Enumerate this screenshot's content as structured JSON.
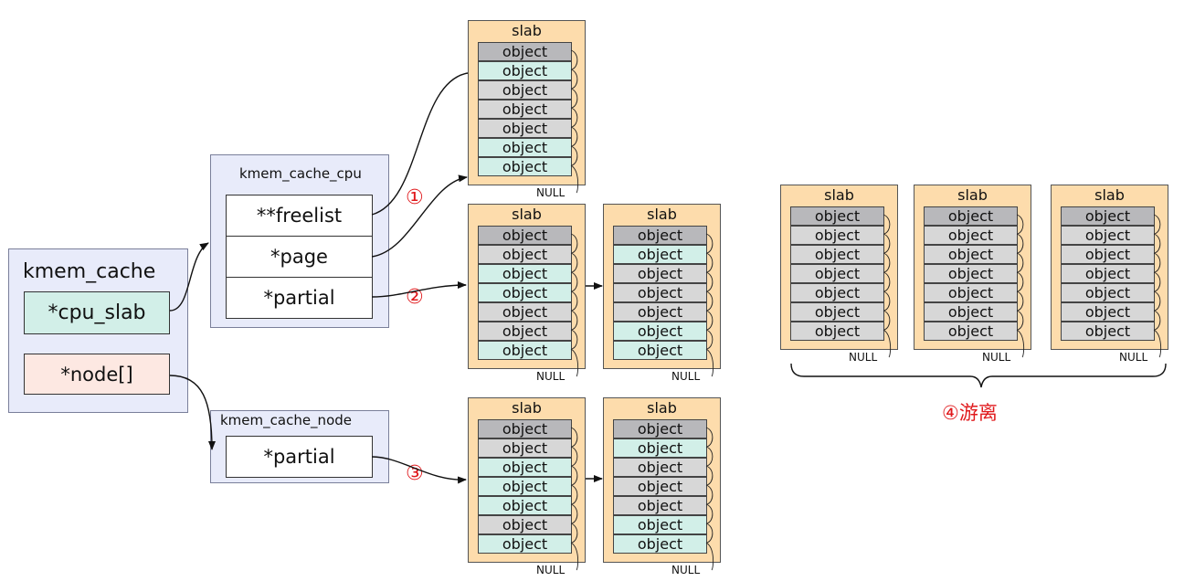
{
  "kmem_cache": {
    "title": "kmem_cache",
    "cpu_slab": "*cpu_slab",
    "node": "*node[]"
  },
  "kmem_cache_cpu": {
    "title": "kmem_cache_cpu",
    "freelist": "**freelist",
    "page": "*page",
    "partial": "*partial"
  },
  "kmem_cache_node": {
    "title": "kmem_cache_node",
    "partial": "*partial"
  },
  "markers": {
    "m1": "①",
    "m2": "②",
    "m3": "③",
    "m4_label": "④游离"
  },
  "slab_title": "slab",
  "object_label": "object",
  "null_label": "NULL",
  "slabs": [
    {
      "id": "cpu-slab",
      "objects": [
        "head",
        "free",
        "used",
        "used",
        "used",
        "free",
        "free"
      ]
    },
    {
      "id": "cpu-partial-1",
      "objects": [
        "head",
        "used",
        "free",
        "free",
        "used",
        "used",
        "free"
      ]
    },
    {
      "id": "cpu-partial-2",
      "objects": [
        "head",
        "free",
        "used",
        "used",
        "used",
        "free",
        "free"
      ]
    },
    {
      "id": "node-partial-1",
      "objects": [
        "head",
        "used",
        "free",
        "free",
        "free",
        "used",
        "free"
      ]
    },
    {
      "id": "node-partial-2",
      "objects": [
        "head",
        "free",
        "used",
        "used",
        "used",
        "free",
        "free"
      ]
    },
    {
      "id": "detached-1",
      "objects": [
        "head",
        "used",
        "used",
        "used",
        "used",
        "used",
        "used"
      ]
    },
    {
      "id": "detached-2",
      "objects": [
        "head",
        "used",
        "used",
        "used",
        "used",
        "used",
        "used"
      ]
    },
    {
      "id": "detached-3",
      "objects": [
        "head",
        "used",
        "used",
        "used",
        "used",
        "used",
        "used"
      ]
    }
  ],
  "colors": {
    "struct_bg": "#e8ebfa",
    "cpu_slab_field": "#d2efe8",
    "node_field": "#fde8e2",
    "slab_bg": "#fddcac",
    "free_object": "#d2efe8",
    "used_object": "#d7d7d7",
    "first_object": "#b8b8bb",
    "marker": "#e0191c"
  }
}
